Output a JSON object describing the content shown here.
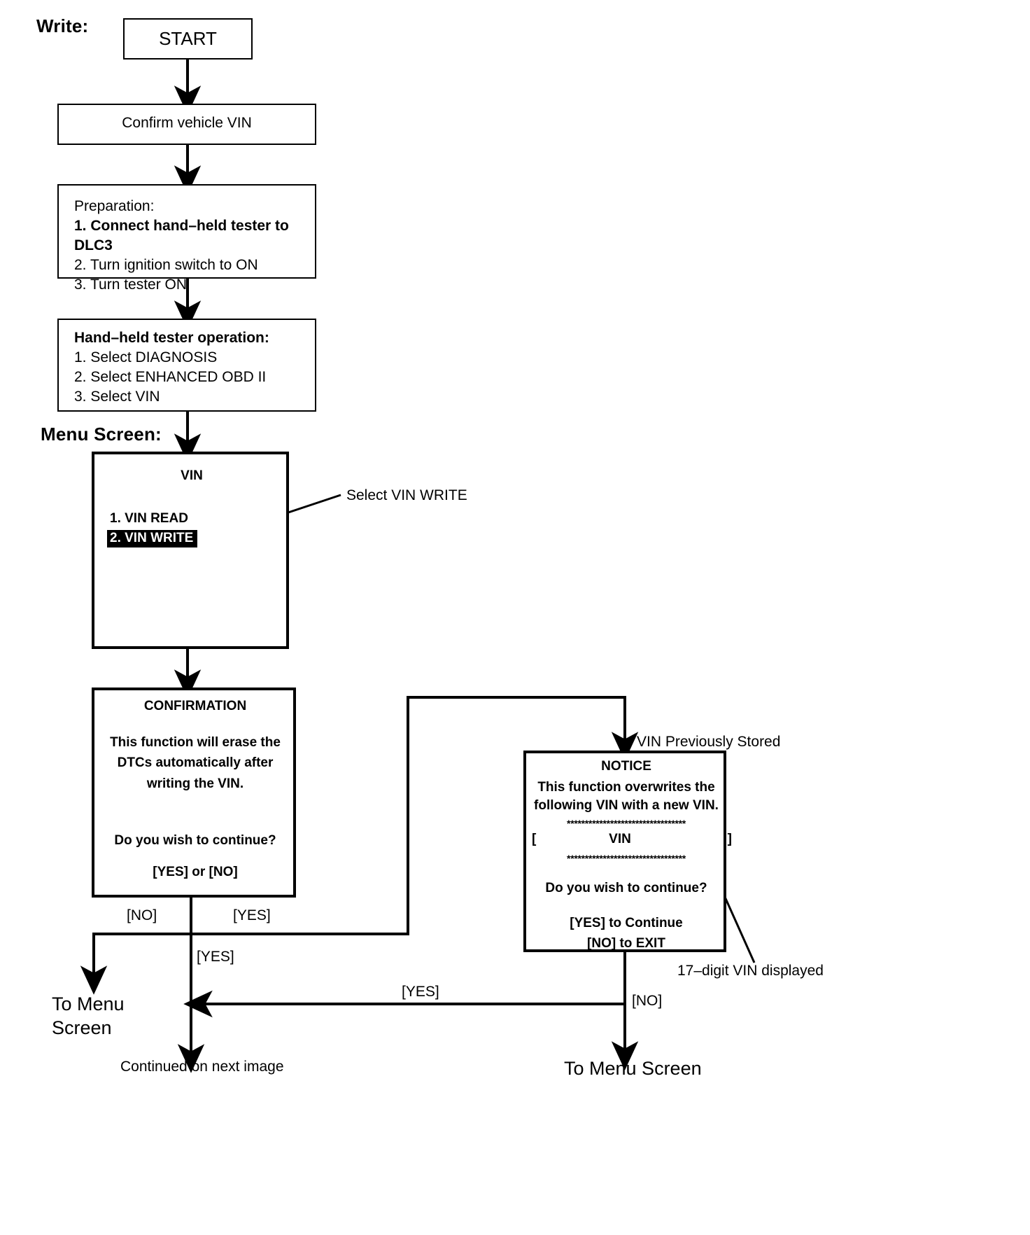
{
  "title_label": "Write:",
  "menu_screen_label": "Menu Screen:",
  "nodes": {
    "start": {
      "label": "START"
    },
    "confirm_vin": {
      "label": "Confirm vehicle VIN"
    },
    "preparation": {
      "heading": "Preparation:",
      "steps": [
        "1. Connect hand–held tester to DLC3",
        "2. Turn ignition switch to ON",
        "3. Turn tester ON"
      ]
    },
    "tester_operation": {
      "heading": "Hand–held tester operation:",
      "steps": [
        "1. Select DIAGNOSIS",
        "2. Select ENHANCED OBD II",
        "3. Select VIN"
      ]
    },
    "vin_menu": {
      "title": "VIN",
      "items": [
        {
          "label": "1. VIN READ",
          "selected": false
        },
        {
          "label": "2. VIN WRITE",
          "selected": true
        }
      ]
    },
    "confirmation": {
      "title": "CONFIRMATION",
      "lines": [
        "This function will erase the",
        "DTCs automatically after",
        "writing the VIN."
      ],
      "question": "Do you wish to continue?",
      "answers": "[YES] or [NO]"
    },
    "notice": {
      "title": "NOTICE",
      "lines": [
        "This function overwrites the",
        "following VIN with a new VIN."
      ],
      "star_rule": "*********************************",
      "vin_open_bracket": "[",
      "vin_placeholder": "VIN",
      "vin_close_bracket": "]",
      "question": "Do you wish to continue?",
      "answer_yes": "[YES] to Continue",
      "answer_no": "[NO] to EXIT"
    }
  },
  "annotations": {
    "select_vin_write": "Select VIN WRITE",
    "vin_previously_stored": "VIN Previously Stored",
    "seventeen_digit": "17–digit VIN displayed"
  },
  "edge_labels": {
    "no_left": "[NO]",
    "yes_right": "[YES]",
    "yes_down": "[YES]",
    "yes_return": "[YES]",
    "no_notice": "[NO]"
  },
  "terminals": {
    "to_menu_screen_left": "To Menu\nScreen",
    "continued": "Continued on next image",
    "to_menu_screen_right": "To Menu Screen"
  },
  "colors": {
    "ink": "#000000",
    "paper": "#ffffff",
    "highlight_bg": "#000000",
    "highlight_fg": "#ffffff"
  }
}
